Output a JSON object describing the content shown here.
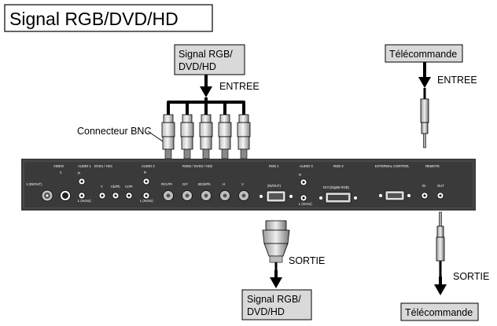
{
  "title": "Signal RGB/DVD/HD",
  "labels": {
    "source_box_line1": "Signal RGB/",
    "source_box_line2": "DVD/HD",
    "dest_box_line1": "Signal RGB/",
    "dest_box_line2": "DVD/HD",
    "remote_in_box": "Télécommande",
    "remote_out_box": "Télécommande",
    "entree_left": "ENTREE",
    "entree_right": "ENTREE",
    "sortie_left": "SORTIE",
    "sortie_right": "SORTIE",
    "bnc_connector": "Connecteur BNC"
  },
  "panel": {
    "section_labels": [
      "VIDEO",
      "AUDIO 1",
      "DVD1 / HD1",
      "AUDIO 2",
      "RGB2 / DVD2 / HD2",
      "RGB 1",
      "AUDIO 3",
      "RGB 3",
      "EXTERNAL CONTROL",
      "REMOTE"
    ],
    "port_labels": [
      "1 (IN/OUT)",
      "2",
      "R",
      "L (mono)",
      "Y",
      "Cb/Pb",
      "Cr/Pr",
      "R",
      "L (mono)",
      "R/Cr/Pr",
      "G/Y",
      "B/Cb/Pb",
      "H",
      "V",
      "(IN/OUT)",
      "R",
      "L (mono)",
      "DVI (Digital RGB)",
      "IN",
      "OUT"
    ]
  },
  "colors": {
    "panel": "#3a3a3a",
    "arrow": "#000000",
    "box_fill": "#d9d9d9"
  }
}
